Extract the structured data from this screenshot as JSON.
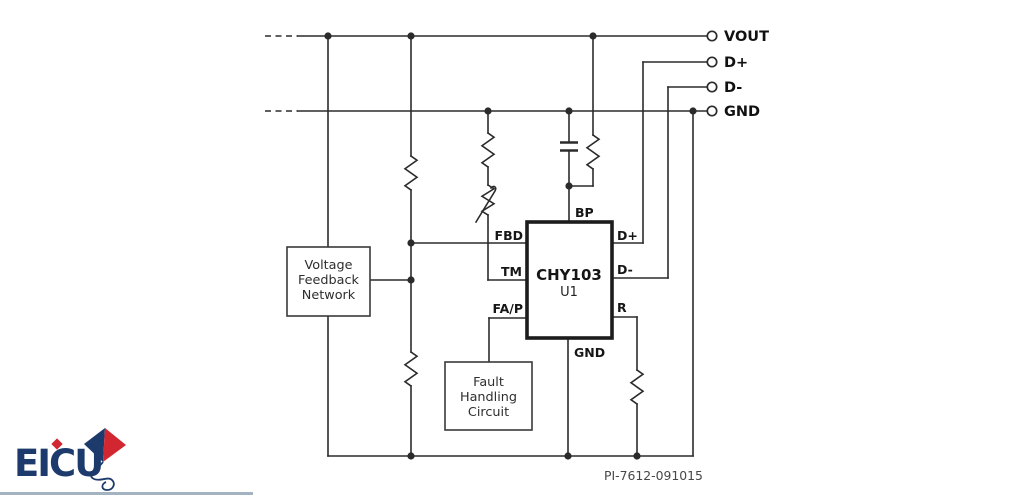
{
  "colors": {
    "wire": "#2b2b2b",
    "label": "#161616",
    "logo_navy": "#1c3a6b",
    "logo_red": "#d22630",
    "footer_rule": "#a4b3c2"
  },
  "terminals": {
    "vout": "VOUT",
    "dplus": "D+",
    "dminus": "D-",
    "gnd": "GND"
  },
  "ic": {
    "name": "CHY103",
    "designator": "U1",
    "pins": {
      "bp": "BP",
      "fbd": "FBD",
      "tm": "TM",
      "fap": "FA/P",
      "dplus": "D+",
      "dminus": "D-",
      "r": "R",
      "gnd": "GND"
    }
  },
  "blocks": {
    "feedback": {
      "line1": "Voltage",
      "line2": "Feedback",
      "line3": "Network"
    },
    "fault": {
      "line1": "Fault",
      "line2": "Handling",
      "line3": "Circuit"
    }
  },
  "part_number": "PI-7612-091015",
  "logo": {
    "text": "EICU"
  }
}
